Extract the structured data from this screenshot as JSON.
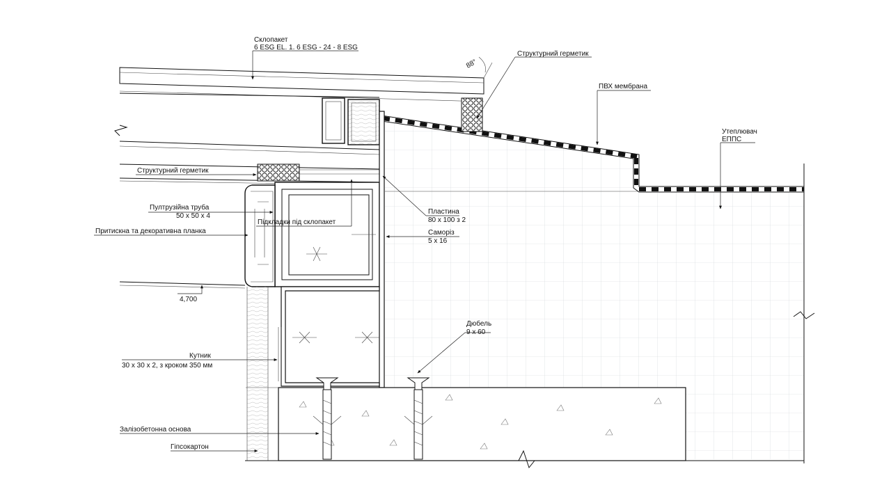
{
  "labels": {
    "glass_unit_title": "Склопакет",
    "glass_unit_spec": "6 ESG EL. 1. 6 ESG - 24 - 8 ESG",
    "structural_sealant_top": "Структурний герметик",
    "pvc_membrane": "ПВХ мембрана",
    "insulation_title": "Утеплювач",
    "insulation_spec": "ЕППС",
    "structural_sealant_left": "Структурний герметик",
    "pultruded_tube_title": "Пултрузійна труба",
    "pultruded_tube_spec": "50 х 50 х 4",
    "glazing_pads": "Підкладки під склопакет",
    "pressure_plate": "Притискна та декоративна планка",
    "plate_title": "Пластина",
    "plate_spec": "80 х 100 з 2",
    "screw_title": "Саморіз",
    "screw_spec": "5 х 16",
    "level_mark": "4,700",
    "dowel_title": "Дюбель",
    "dowel_spec": "9 х 60",
    "angle_title": "Кутник",
    "angle_spec": "30 х 30 х 2, з кроком 350 мм",
    "rc_base": "Залізобетонна основа",
    "drywall": "Гіпсокартон",
    "angle_deg": "88°"
  }
}
